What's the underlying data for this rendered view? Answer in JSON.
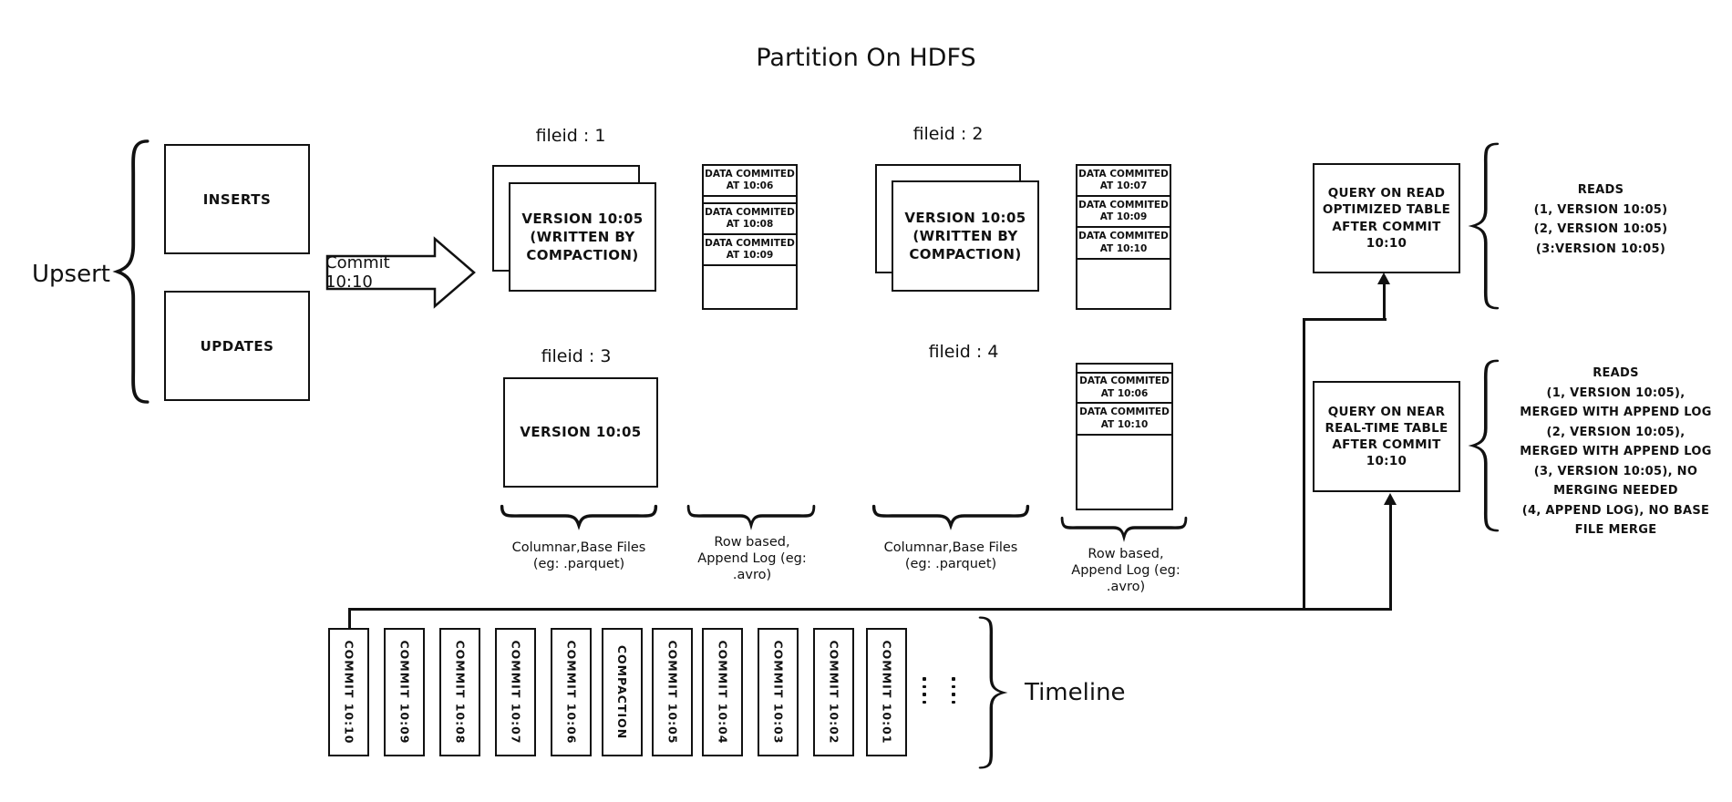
{
  "title": "Partition On HDFS",
  "colors": {
    "ink": "#111111",
    "background": "#ffffff"
  },
  "left": {
    "group_label": "Upsert",
    "inserts_label": "INSERTS",
    "updates_label": "UPDATES",
    "commit_arrow_label": "Commit 10:10"
  },
  "file_groups": {
    "fg1": {
      "label": "fileid : 1",
      "base_lines": [
        "VERSION 10:05",
        "(WRITTEN BY",
        "COMPACTION)"
      ],
      "log_cells": [
        {
          "l1": "DATA COMMITED",
          "l2": "AT 10:06"
        },
        {
          "l1": "DATA COMMITED",
          "l2": "AT 10:08"
        },
        {
          "l1": "DATA COMMITED",
          "l2": "AT 10:09"
        }
      ]
    },
    "fg2": {
      "label": "fileid : 2",
      "base_lines": [
        "VERSION 10:05",
        "(WRITTEN BY",
        "COMPACTION)"
      ],
      "log_cells": [
        {
          "l1": "DATA COMMITED",
          "l2": "AT 10:07"
        },
        {
          "l1": "DATA COMMITED",
          "l2": "AT 10:09"
        },
        {
          "l1": "DATA COMMITED",
          "l2": "AT 10:10"
        }
      ]
    },
    "fg3": {
      "label": "fileid : 3",
      "base_lines": [
        "VERSION 10:05"
      ]
    },
    "fg4": {
      "label": "fileid : 4",
      "log_cells": [
        {
          "l1": "DATA COMMITED",
          "l2": "AT 10:06"
        },
        {
          "l1": "DATA COMMITED",
          "l2": "AT 10:10"
        }
      ]
    }
  },
  "legend": {
    "columnar": {
      "l1": "Columnar,Base Files",
      "l2": "(eg: .parquet)"
    },
    "row_based": {
      "l1": "Row based,",
      "l2": "Append Log  (eg:",
      "l3": ".avro)"
    }
  },
  "queries": {
    "read_optimized": {
      "lines": [
        "QUERY ON READ",
        "OPTIMIZED TABLE",
        "AFTER COMMIT",
        "10:10"
      ],
      "reads_lines": [
        "READS",
        "(1, VERSION 10:05)",
        "(2, VERSION 10:05)",
        "(3:VERSION 10:05)"
      ]
    },
    "near_real_time": {
      "lines": [
        "QUERY ON NEAR",
        "REAL-TIME TABLE",
        "AFTER COMMIT",
        "10:10"
      ],
      "reads_lines": [
        "READS",
        "(1, VERSION 10:05),",
        "MERGED WITH APPEND LOG",
        "(2, VERSION 10:05),",
        "MERGED WITH APPEND LOG",
        "(3, VERSION 10:05), NO",
        "MERGING NEEDED",
        "(4, APPEND LOG), NO BASE",
        "FILE MERGE"
      ]
    }
  },
  "timeline": {
    "label": "Timeline",
    "entries": [
      "COMMIT 10:10",
      "COMMIT 10:09",
      "COMMIT 10:08",
      "COMMIT 10:07",
      "COMMIT 10:06",
      "COMPACTION",
      "COMMIT 10:05",
      "COMMIT 10:04",
      "COMMIT 10:03",
      "COMMIT 10:02",
      "COMMIT 10:01"
    ]
  }
}
